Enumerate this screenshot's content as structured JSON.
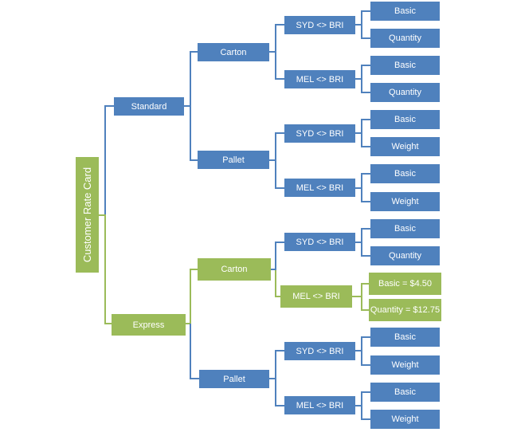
{
  "root": {
    "label": "Customer Rate Card"
  },
  "colors": {
    "standard": "#4f81bd",
    "express": "#9bbb59",
    "text": "#ffffff"
  },
  "standard": {
    "label": "Standard",
    "carton": {
      "label": "Carton",
      "syd": {
        "label": "SYD <> BRI",
        "leaves": [
          "Basic",
          "Quantity"
        ]
      },
      "mel": {
        "label": "MEL <> BRI",
        "leaves": [
          "Basic",
          "Quantity"
        ]
      }
    },
    "pallet": {
      "label": "Pallet",
      "syd": {
        "label": "SYD <> BRI",
        "leaves": [
          "Basic",
          "Weight"
        ]
      },
      "mel": {
        "label": "MEL <> BRI",
        "leaves": [
          "Basic",
          "Weight"
        ]
      }
    }
  },
  "express": {
    "label": "Express",
    "carton": {
      "label": "Carton",
      "syd": {
        "label": "SYD <> BRI",
        "leaves": [
          "Basic",
          "Quantity"
        ]
      },
      "mel": {
        "label": "MEL <> BRI",
        "leaves": [
          "Basic = $4.50",
          "Quantity = $12.75"
        ]
      }
    },
    "pallet": {
      "label": "Pallet",
      "syd": {
        "label": "SYD <> BRI",
        "leaves": [
          "Basic",
          "Weight"
        ]
      },
      "mel": {
        "label": "MEL <> BRI",
        "leaves": [
          "Basic",
          "Weight"
        ]
      }
    }
  }
}
